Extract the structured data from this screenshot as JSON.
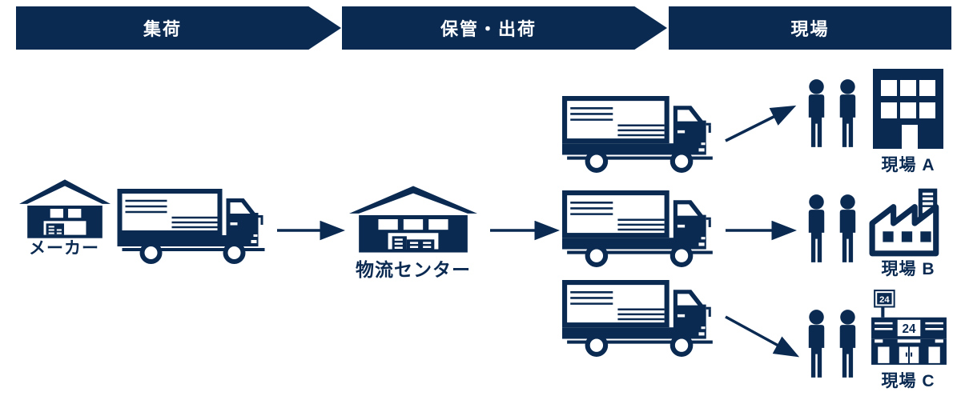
{
  "colors": {
    "navy": "#0a2a52",
    "banner_text": "#ffffff",
    "background": "#ffffff"
  },
  "header": {
    "steps": [
      {
        "label": "集荷"
      },
      {
        "label": "保管・出荷"
      },
      {
        "label": "現場"
      }
    ]
  },
  "flow": {
    "maker_label": "メーカー",
    "center_label": "物流センター",
    "sites": [
      {
        "label": "現場 A"
      },
      {
        "label": "現場 B"
      },
      {
        "label": "現場 C"
      }
    ],
    "store_sign": "24",
    "store_awning": "24"
  },
  "icons": {
    "maker": "warehouse-icon",
    "center": "warehouse-icon",
    "transport": "truck-icon",
    "staff": "people-icon",
    "site_a": "office-building-icon",
    "site_b": "factory-icon",
    "site_c": "convenience-store-icon",
    "connector": "arrow-icon"
  }
}
